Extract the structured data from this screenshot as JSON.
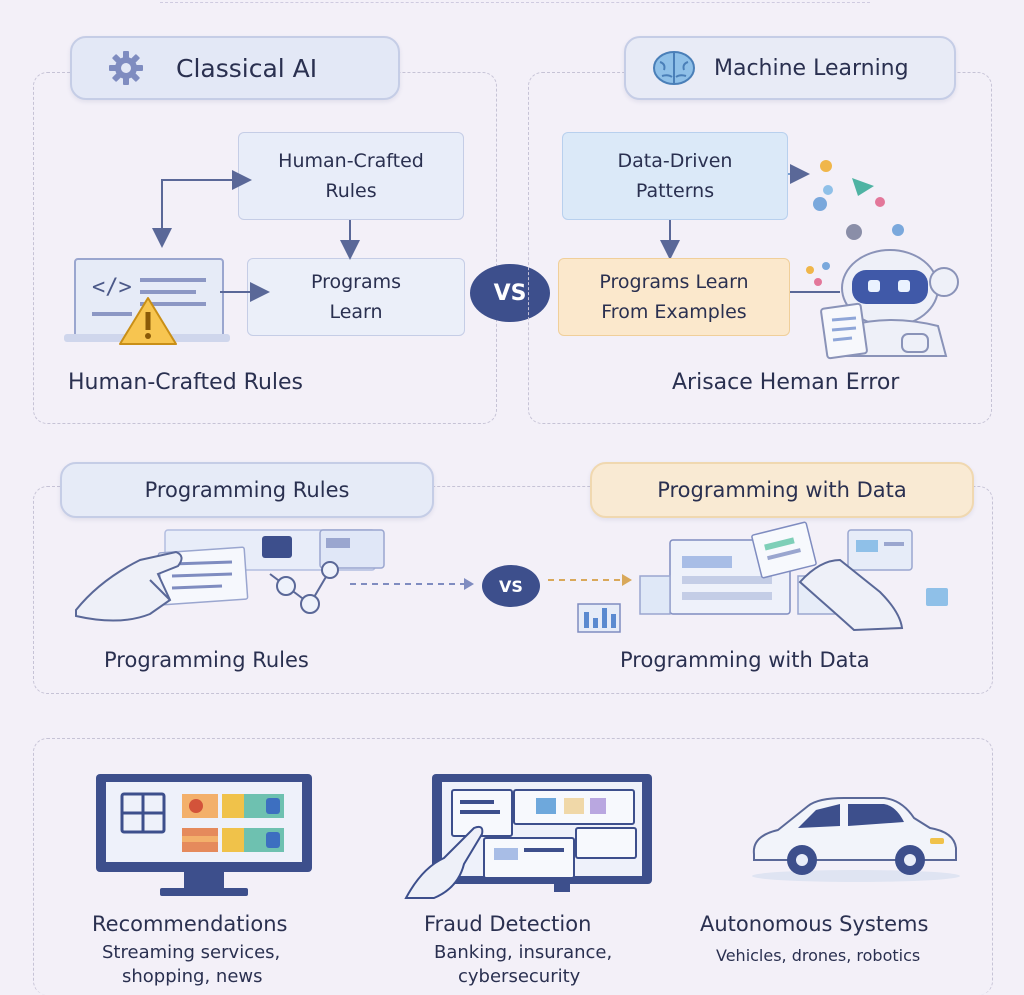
{
  "classical": {
    "title": "Classical AI",
    "box_rules": "Human-Crafted\nRules",
    "box_programs": "Programs\nLearn",
    "caption": "Human-Crafted Rules"
  },
  "ml": {
    "title": "Machine Learning",
    "box_data": "Data-Driven\nPatterns",
    "box_programs": "Programs Learn\nFrom Examples",
    "caption": "Arisace Heman Error"
  },
  "vs_label": "VS",
  "vs_label_small": "VS",
  "programming": {
    "left_title": "Programming Rules",
    "right_title": "Programming with Data",
    "left_caption": "Programming Rules",
    "right_caption": "Programming with Data"
  },
  "apps": [
    {
      "title": "Recommendations",
      "sub1": "Streaming services,",
      "sub2": "shopping, news"
    },
    {
      "title": "Fraud Detection",
      "sub1": "Banking, insurance,",
      "sub2": "cybersecurity"
    },
    {
      "title": "Autonomous Systems",
      "sub1": "Vehicles, drones, robotics",
      "sub2": ""
    }
  ],
  "icons": {
    "gear": "gear-icon",
    "brain": "brain-icon",
    "code": "code-window-icon",
    "warning": "warning-icon",
    "robot": "robot-icon",
    "robot_hand": "robot-hand-icon",
    "monitor": "monitor-icon",
    "car": "car-icon"
  },
  "colors": {
    "accent": "#3d4f8c",
    "ml_box": "#dbe9f8",
    "ml_programs": "#fbe8cc",
    "data_pill": "#f9ead3"
  }
}
